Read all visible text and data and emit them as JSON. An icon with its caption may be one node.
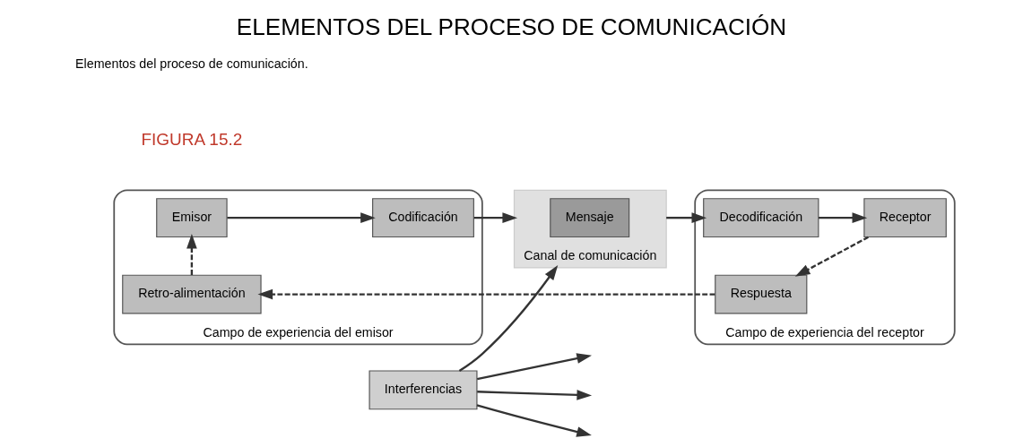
{
  "diagram": {
    "title": "ELEMENTOS DEL PROCESO DE COMUNICACIÓN",
    "nodes": [
      {
        "text": [
          "Campo de experiencia del emisor"
        ]
      },
      {
        "text": [
          "Emisor"
        ],
        "in": 0
      },
      {
        "text": [
          "Codificación"
        ],
        "in": 0
      },
      {
        "text": [
          "Retro-alimentación"
        ],
        "in": 0
      },
      {
        "text": [
          "Canal de comunicación"
        ]
      },
      {
        "text": [
          "Mensaje"
        ],
        "in": 4
      },
      {
        "text": [
          "Interferencias"
        ]
      },
      {
        "text": [
          "Campo de experiencia del receptor"
        ]
      },
      {
        "text": [
          "Decodificación"
        ],
        "in": 7
      },
      {
        "text": [
          "Receptor"
        ],
        "in": 7
      },
      {
        "text": [
          "Respuesta"
        ],
        "in": 7
      }
    ],
    "edges": [
      {
        "from": 1,
        "to": 2,
        "arrow": "to"
      },
      {
        "from": 2,
        "to": 4,
        "arrow": "to"
      },
      {
        "from": 4,
        "to": 8,
        "arrow": "to"
      },
      {
        "from": 8,
        "to": 9,
        "arrow": "to"
      },
      {
        "from": 9,
        "to": 10,
        "arrow": "to",
        "style": "dashed"
      },
      {
        "from": 10,
        "to": 3,
        "arrow": "to",
        "style": "dashed"
      },
      {
        "from": 3,
        "to": 1,
        "arrow": "to",
        "style": "dashed"
      },
      {
        "from": 6,
        "to": 4,
        "arrow": "to"
      },
      {
        "from": 6,
        "to": null,
        "arrow": "to"
      },
      {
        "from": 6,
        "to": null,
        "arrow": "to"
      },
      {
        "from": 6,
        "to": null,
        "arrow": "to"
      }
    ],
    "labels": [
      "FIGURA 15.2",
      "Elementos del proceso de comunicación."
    ]
  }
}
